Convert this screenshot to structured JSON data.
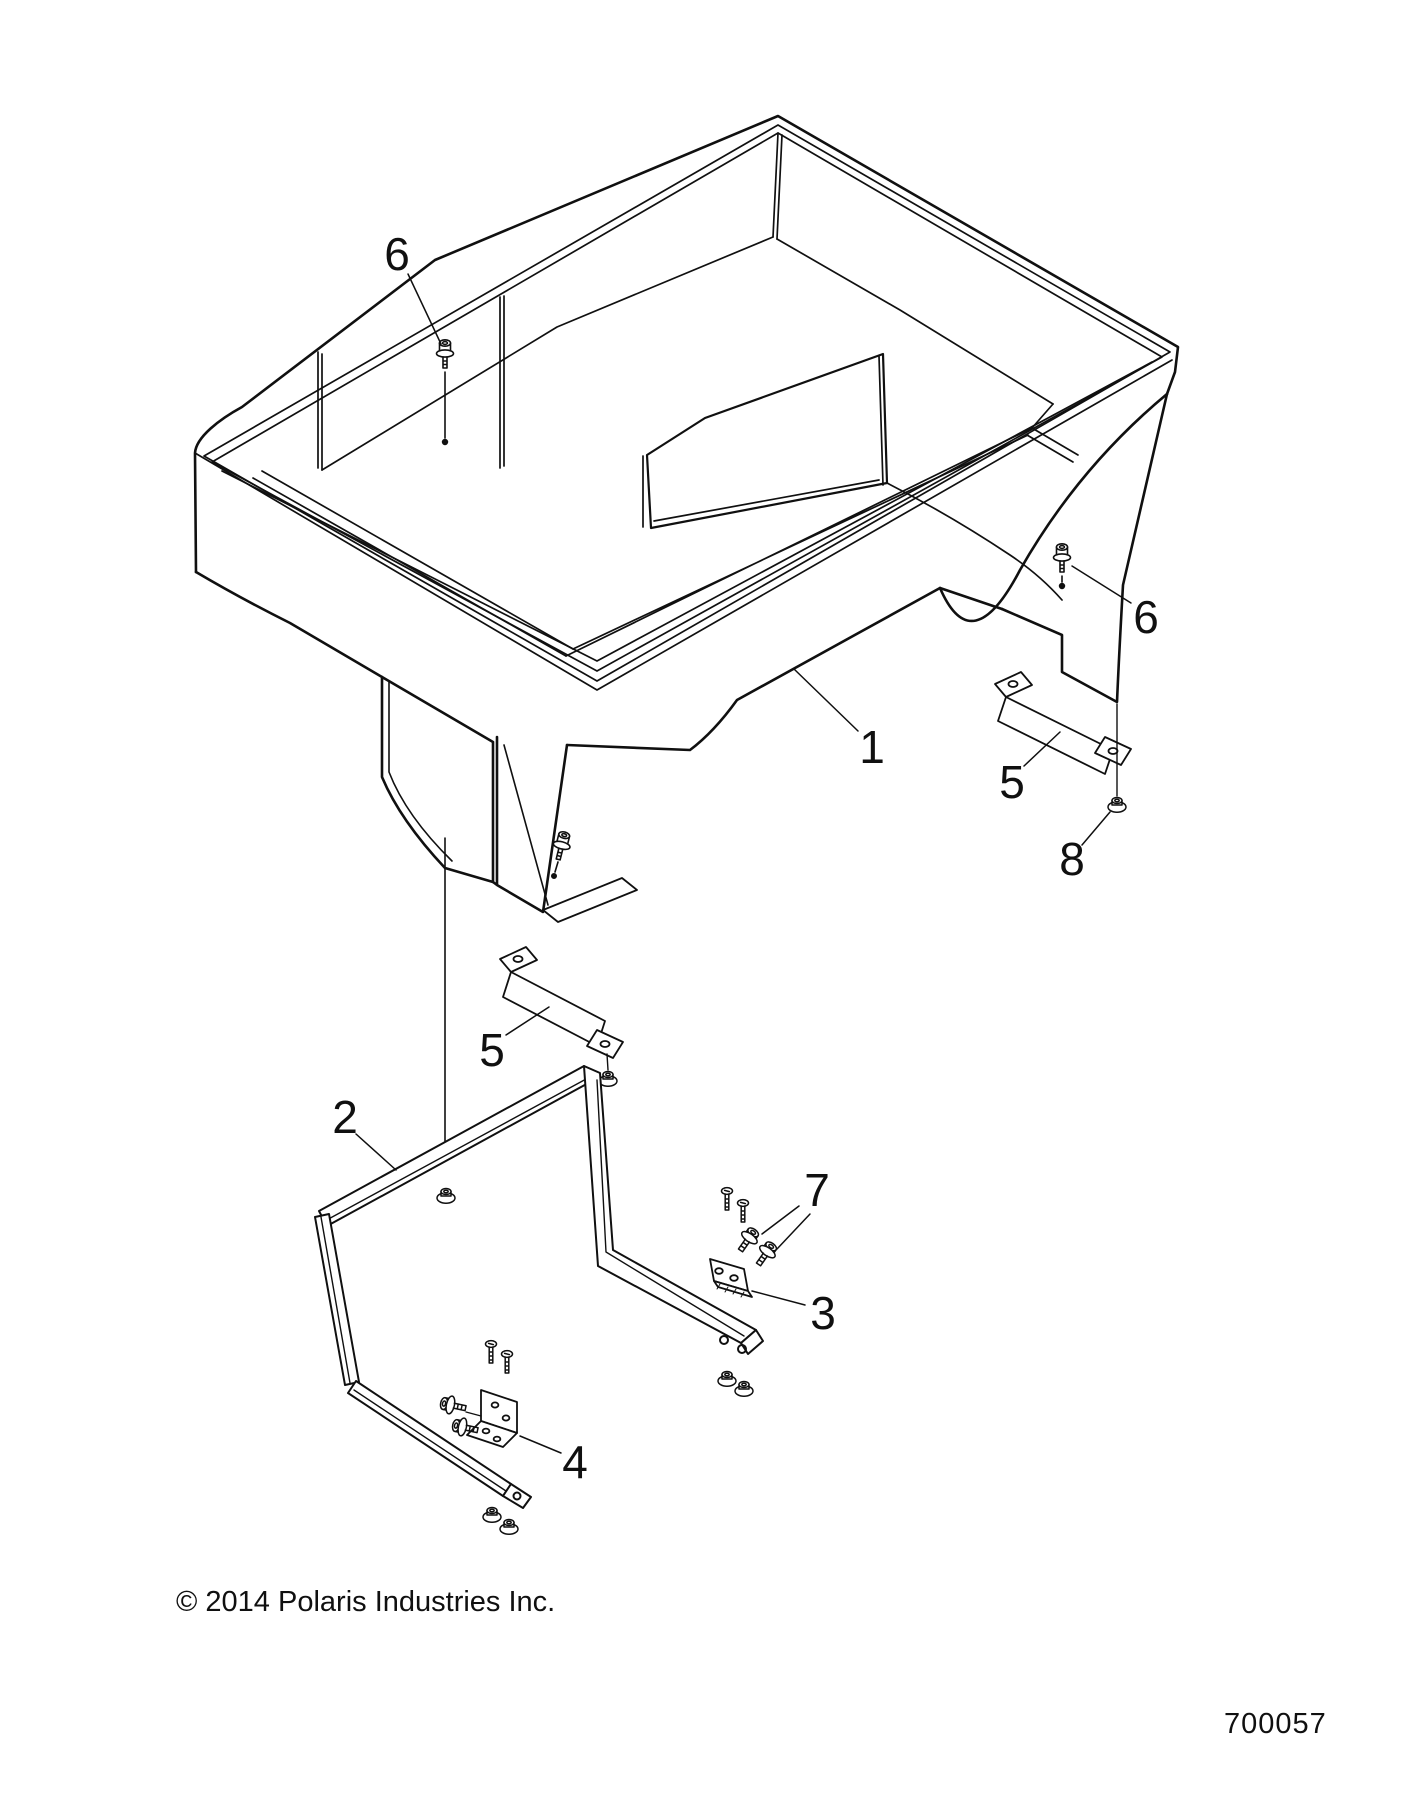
{
  "figure": {
    "type": "exploded-parts-diagram",
    "background_color": "#ffffff",
    "line_color": "#101010",
    "callouts": [
      {
        "label": "6"
      },
      {
        "label": "6"
      },
      {
        "label": "1"
      },
      {
        "label": "5"
      },
      {
        "label": "8"
      },
      {
        "label": "5"
      },
      {
        "label": "2"
      },
      {
        "label": "7"
      },
      {
        "label": "3"
      },
      {
        "label": "4"
      }
    ],
    "footer": {
      "copyright": "© 2014 Polaris Industries Inc.",
      "drawing_number": "700057"
    }
  }
}
